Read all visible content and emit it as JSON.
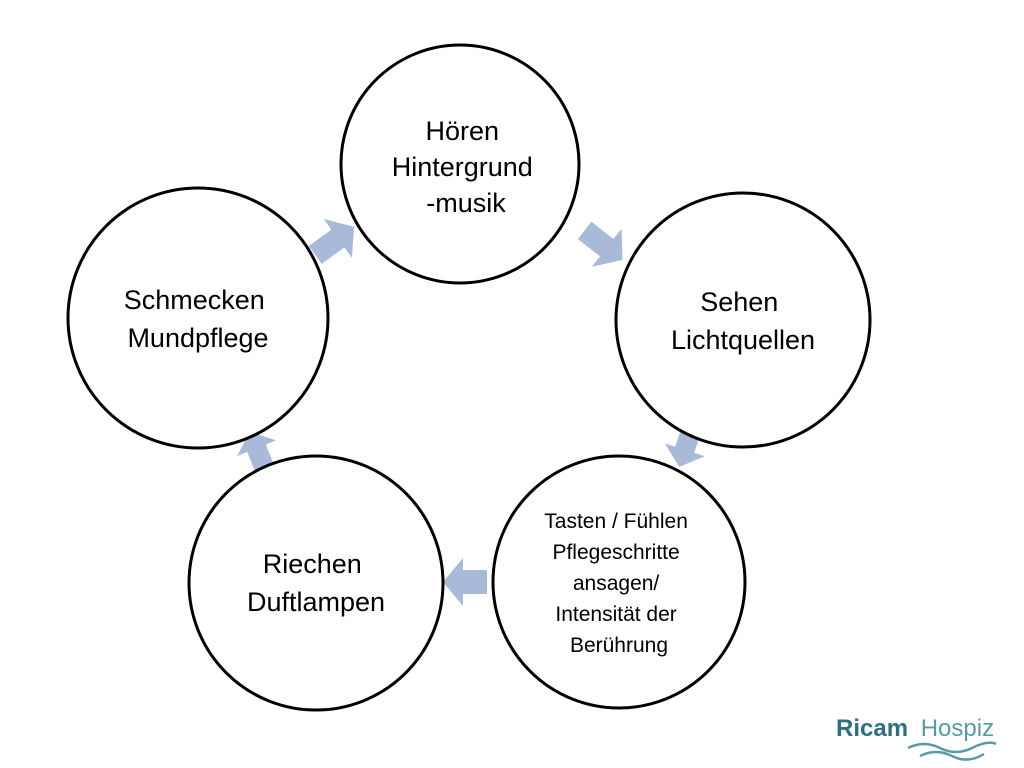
{
  "diagram": {
    "nodes": [
      {
        "id": "hoeren",
        "lines": [
          "Hören",
          "Hintergrund",
          "-musik"
        ]
      },
      {
        "id": "sehen",
        "lines": [
          "Sehen",
          "Lichtquellen"
        ]
      },
      {
        "id": "tasten",
        "lines": [
          "Tasten / Fühlen",
          "Pflegeschritte",
          "ansagen/",
          "Intensität der",
          "Berührung"
        ]
      },
      {
        "id": "riechen",
        "lines": [
          "Riechen",
          "Duftlampen"
        ]
      },
      {
        "id": "schmecken",
        "lines": [
          "Schmecken",
          "Mundpflege"
        ]
      }
    ],
    "arrow_color": "#a9b9d8",
    "circle_stroke_color": "#000000"
  },
  "logo": {
    "word1": "Ricam",
    "word2": "Hospiz",
    "color_primary": "#2e6e7e",
    "color_secondary": "#5a9aa8"
  }
}
